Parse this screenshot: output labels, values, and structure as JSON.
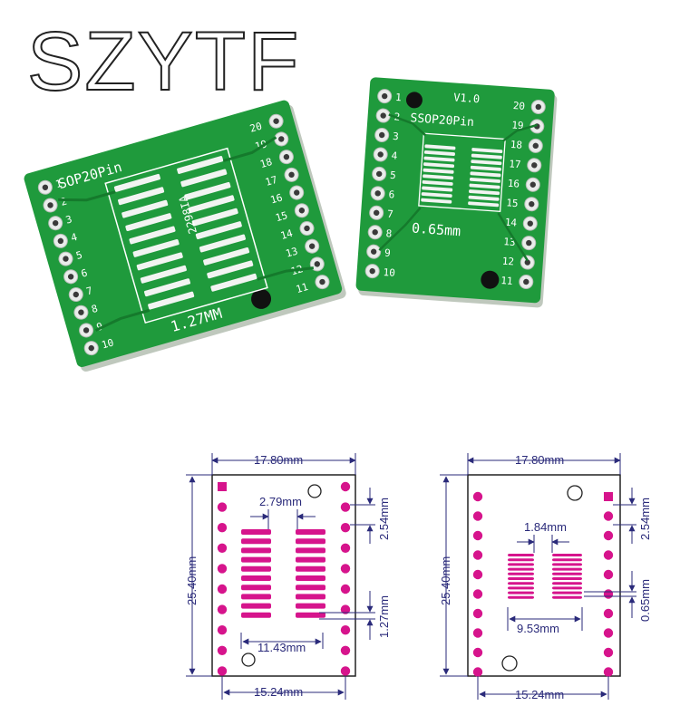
{
  "brand": {
    "logo_text": "SZYTF"
  },
  "photo": {
    "board_left": {
      "name_label": "SOP20Pin",
      "pitch_label": "1.27MM",
      "vertical_code": "2298IA",
      "left_pin_numbers": [
        "1",
        "2",
        "3",
        "4",
        "5",
        "6",
        "7",
        "8",
        "9",
        "10"
      ],
      "right_pin_numbers": [
        "20",
        "19",
        "18",
        "17",
        "16",
        "15",
        "14",
        "13",
        "12",
        "11"
      ]
    },
    "board_right": {
      "version_label": "V1.0",
      "name_label": "SSOP20Pin",
      "pitch_label": "0.65mm",
      "left_pin_numbers": [
        "1",
        "2",
        "3",
        "4",
        "5",
        "6",
        "7",
        "8",
        "9",
        "10"
      ],
      "right_pin_numbers": [
        "20",
        "19",
        "18",
        "17",
        "16",
        "15",
        "14",
        "13",
        "12",
        "11"
      ]
    }
  },
  "diagrams": {
    "left": {
      "width_top": "17.80mm",
      "height": "25.40mm",
      "pad_gap": "2.79mm",
      "pin_pitch": "2.54mm",
      "ic_pitch": "1.27mm",
      "pad_span": "11.43mm",
      "width_bottom": "15.24mm"
    },
    "right": {
      "width_top": "17.80mm",
      "height": "25.40mm",
      "pad_gap": "1.84mm",
      "pin_pitch": "2.54mm",
      "ic_pitch": "0.65mm",
      "pad_span": "9.53mm",
      "width_bottom": "15.24mm"
    }
  },
  "colors": {
    "pcb_green": "#1f9a3c",
    "pcb_dark": "#157a2c",
    "pad_magenta": "#d6148c",
    "dimension_blue": "#2a2a7a"
  }
}
